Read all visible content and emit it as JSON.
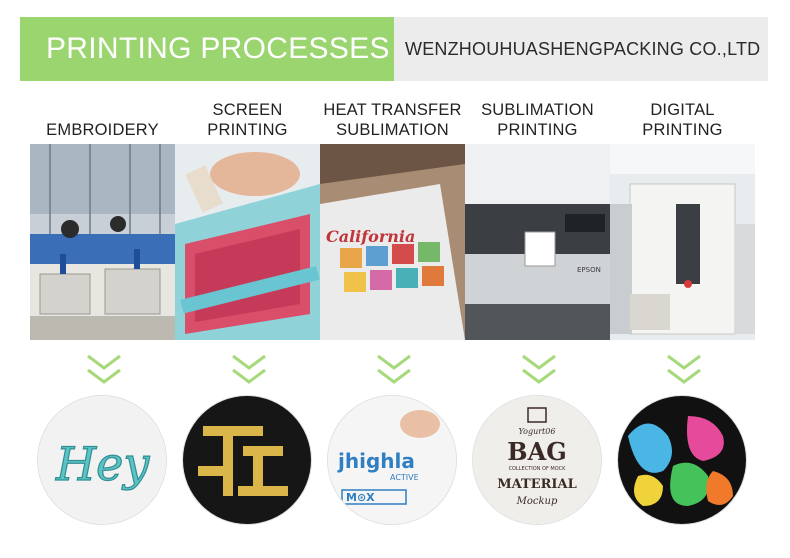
{
  "header": {
    "title": "PRINTING PROCESSES",
    "company": "WENZHOUHUASHENGPACKING CO.,LTD"
  },
  "processes": [
    {
      "title": "EMBROIDERY",
      "photo_icon": "embroidery-workshop-photo",
      "sample_icon": "embroidered-hey-sample",
      "sample_text": "Hey"
    },
    {
      "title": "SCREEN\nPRINTING",
      "photo_icon": "screen-printing-squeegee-photo",
      "sample_icon": "gold-screen-print-sample"
    },
    {
      "title": "HEAT TRANSFER\nSUBLIMATION",
      "photo_icon": "heat-transfer-shirt-photo",
      "photo_text": "California",
      "sample_icon": "heat-transfer-label-sample",
      "sample_text": "jhighla",
      "sample_subtext": "ACTIVE",
      "sample_code": "M⊙X"
    },
    {
      "title": "SUBLIMATION\nPRINTING",
      "photo_icon": "sublimation-printer-photo",
      "photo_text": "EPSON",
      "sample_icon": "bag-material-mockup-sample",
      "sample_lines": [
        "Yogurt06",
        "BAG",
        "COLLECTION OF MOCK",
        "MATERIAL",
        "Mockup"
      ]
    },
    {
      "title": "DIGITAL\nPRINTING",
      "photo_icon": "digital-printing-machine-photo",
      "sample_icon": "colorful-handprint-sample"
    }
  ],
  "colors": {
    "accent_green": "#9bd56f",
    "header_gray": "#ececec",
    "chevron_green": "#a5d97a"
  }
}
